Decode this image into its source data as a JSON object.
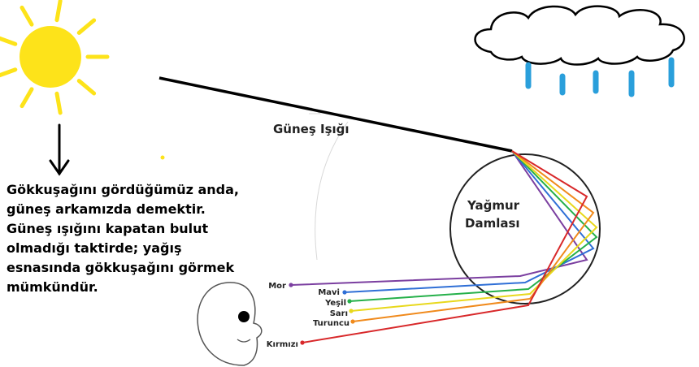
{
  "caption_lines": [
    "Gökkuşağını gördüğümüz anda,",
    "güneş arkamızda demektir.",
    "Güneş ışığını kapatan bulut",
    "olmadığı taktirde; yağış",
    "esnasında gökkuşağını görmek",
    "mümkündür."
  ],
  "sunlight_label": "Güneş Işığı",
  "drop_label_line1": "Yağmur",
  "drop_label_line2": "Damlası",
  "colors": {
    "sun": "#fde31a",
    "rain": "#2a9fdb",
    "outline": "#000000"
  },
  "bands": [
    {
      "name": "Mor",
      "color": "#7b3fa0"
    },
    {
      "name": "Mavi",
      "color": "#2f6fd6"
    },
    {
      "name": "Yeşil",
      "color": "#25b04a"
    },
    {
      "name": "Sarı",
      "color": "#e8d81c"
    },
    {
      "name": "Turuncu",
      "color": "#f08a1c"
    },
    {
      "name": "Kırmızı",
      "color": "#d8282a"
    }
  ]
}
